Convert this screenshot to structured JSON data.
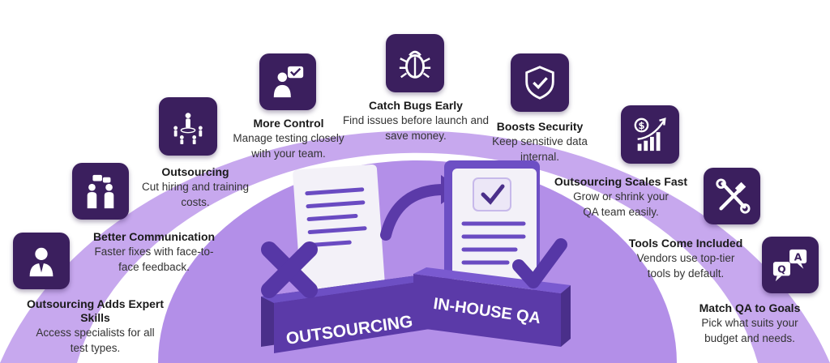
{
  "colors": {
    "arc_outer": "#c7a8ee",
    "arc_inner": "#a680e4",
    "icon_bg": "#3b1f5e",
    "brand": "#5b3aa8"
  },
  "benefits": [
    {
      "icon": "businessman-icon",
      "title": "Outsourcing Adds Expert Skills",
      "desc": "Access specialists for all test types."
    },
    {
      "icon": "people-talking-icon",
      "title": "Better Communication",
      "desc": "Faster fixes with face-to-face feedback."
    },
    {
      "icon": "team-network-icon",
      "title": "Outsourcing",
      "desc": "Cut hiring and training costs."
    },
    {
      "icon": "person-approve-icon",
      "title": "More Control",
      "desc": "Manage testing closely with your team."
    },
    {
      "icon": "bug-icon",
      "title": "Catch Bugs Early",
      "desc": "Find issues before launch and save money."
    },
    {
      "icon": "shield-check-icon",
      "title": "Boosts Security",
      "desc": "Keep sensitive data internal."
    },
    {
      "icon": "growth-chart-icon",
      "title": "Outsourcing Scales Fast",
      "desc": "Grow or shrink your QA team easily."
    },
    {
      "icon": "tools-icon",
      "title": "Tools Come Included",
      "desc": "Vendors use top-tier tools by default."
    },
    {
      "icon": "qa-chat-icon",
      "title": "Match QA to Goals",
      "desc": "Pick what suits your budget and needs."
    }
  ],
  "center": {
    "left_label": "OUTSOURCING",
    "right_label": "IN-HOUSE QA"
  },
  "qa_icon_letters": {
    "q": "Q",
    "a": "A"
  }
}
